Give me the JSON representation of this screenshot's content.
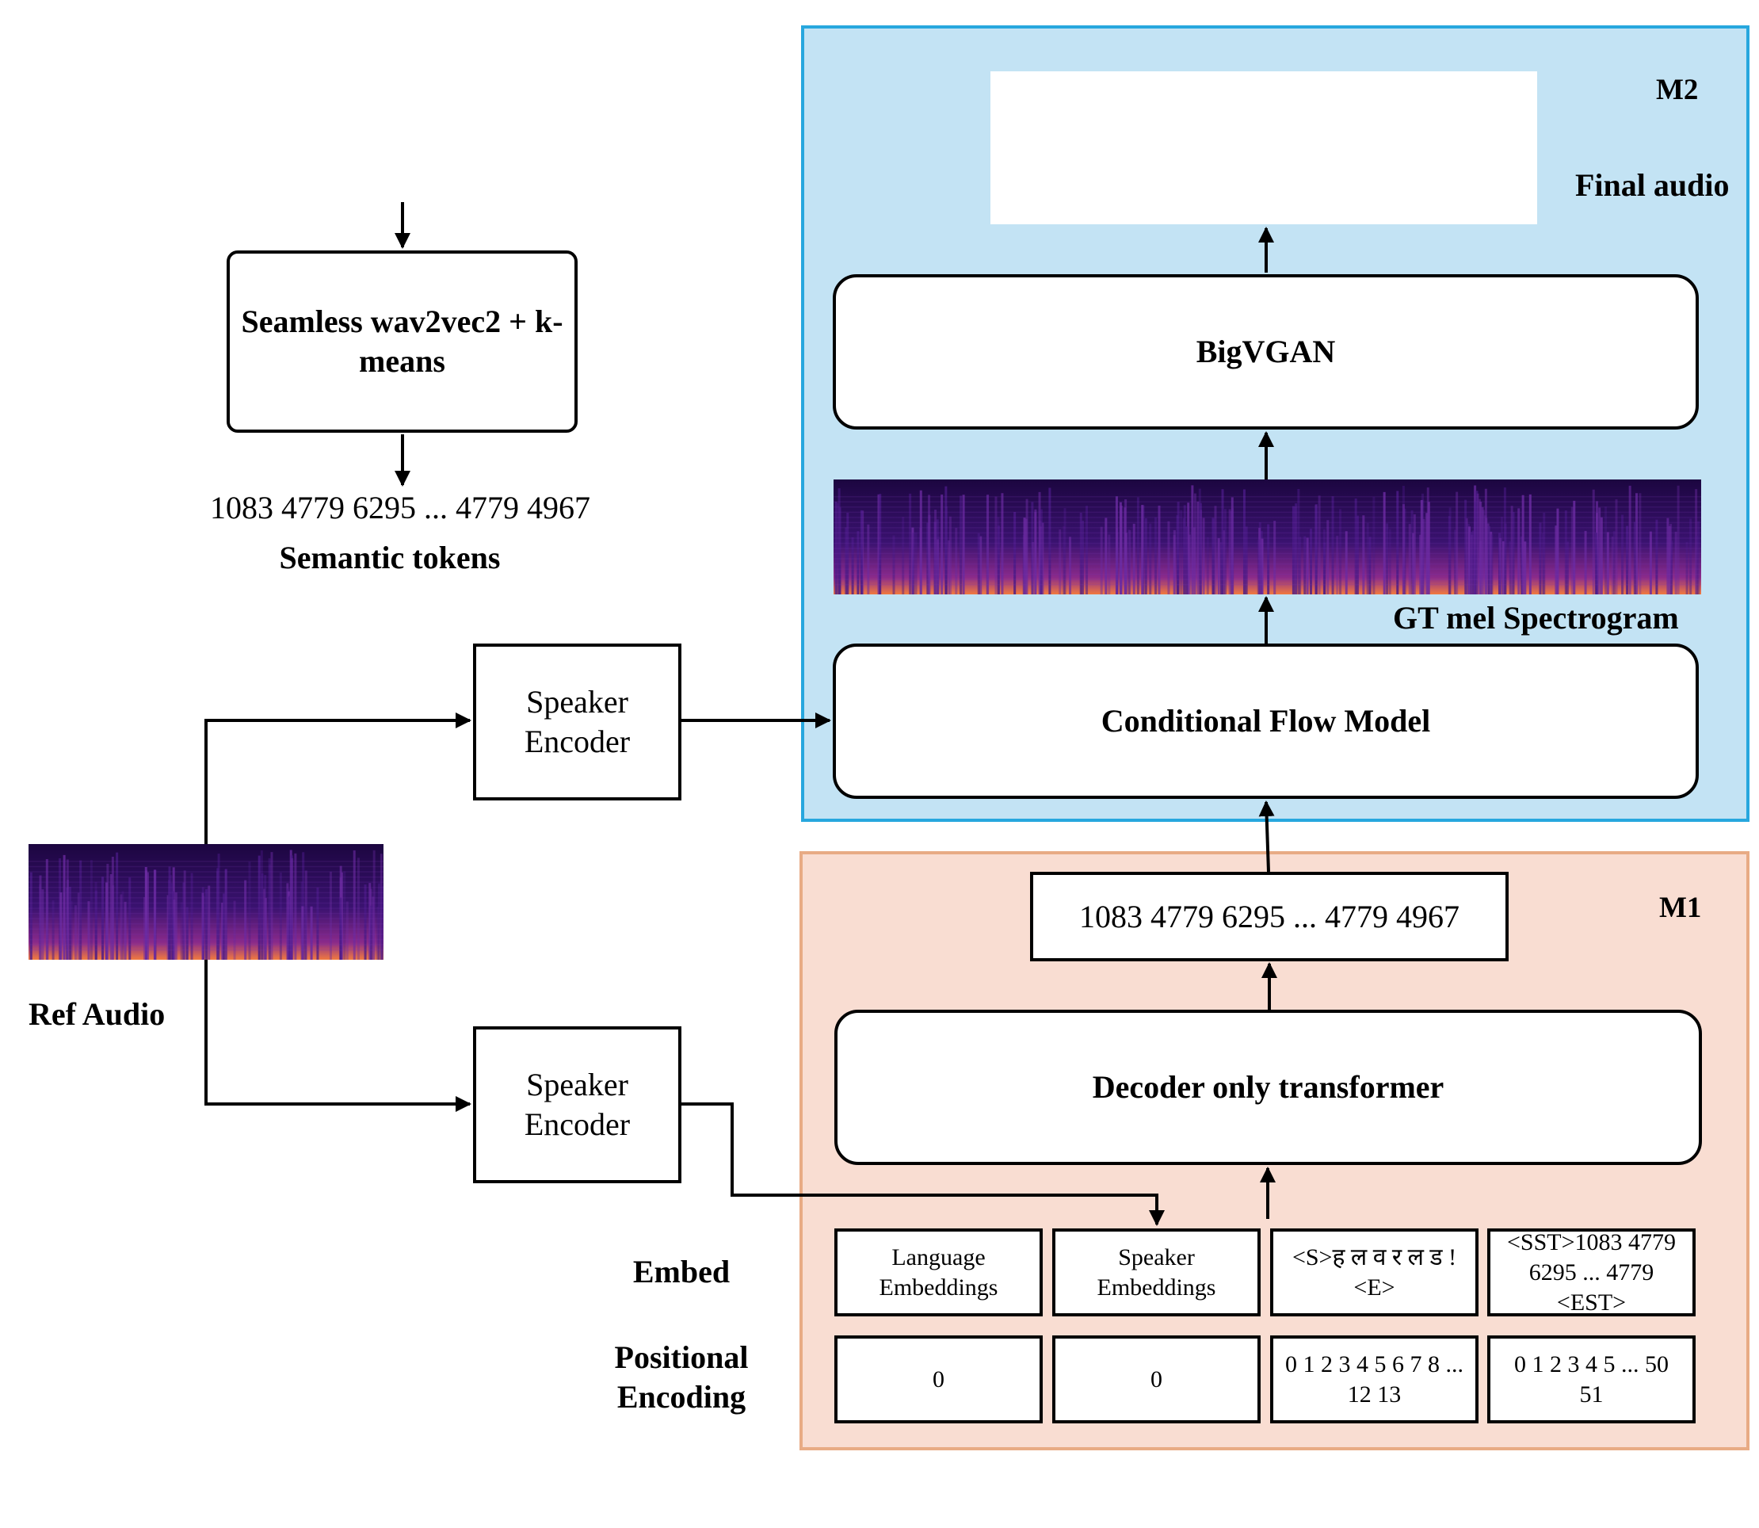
{
  "panels": {
    "m2_label": "M2",
    "m1_label": "M1"
  },
  "top_left": {
    "encoder_label": "Seamless wav2vec2 + k-means",
    "tokens_text": "1083 4779 6295 ... 4779 4967",
    "tokens_caption": "Semantic tokens"
  },
  "m2": {
    "final_audio_label": "Final audio",
    "bigvgan_label": "BigVGAN",
    "spectrogram_caption": "GT mel Spectrogram",
    "flow_model_label": "Conditional Flow Model"
  },
  "ref": {
    "ref_audio_label": "Ref Audio",
    "speaker_encoder_top": "Speaker Encoder",
    "speaker_encoder_bottom": "Speaker Encoder"
  },
  "m1": {
    "tokens_box": "1083 4779 6295 ... 4779 4967",
    "decoder_label": "Decoder only transformer",
    "embed_row_label": "Embed",
    "pos_row_label": "Positional Encoding",
    "embed_cells": [
      "Language Embeddings",
      "Speaker Embeddings",
      "<S>ह ल  व र ल ड !<E>",
      "<SST>1083 4779 6295 ...  4779 <EST>"
    ],
    "pos_cells": [
      "0",
      "0",
      "0 1 2 3 4 5 6 7 8 ... 12 13",
      "0 1 2 3 4 5 ... 50 51"
    ]
  },
  "colors": {
    "m2_fill": "#c3e3f4",
    "m2_border": "#27a7de",
    "m1_fill": "#f9ddd2",
    "m1_border": "#e8ab85",
    "wave_start": "#7b2be0",
    "wave_end": "#e8246a",
    "spectro_base": "#2a0a5c",
    "spectro_hot": "#e86a3a"
  },
  "icons": {
    "waveform": "audio-waveform-icon",
    "spectrogram": "mel-spectrogram-image"
  }
}
